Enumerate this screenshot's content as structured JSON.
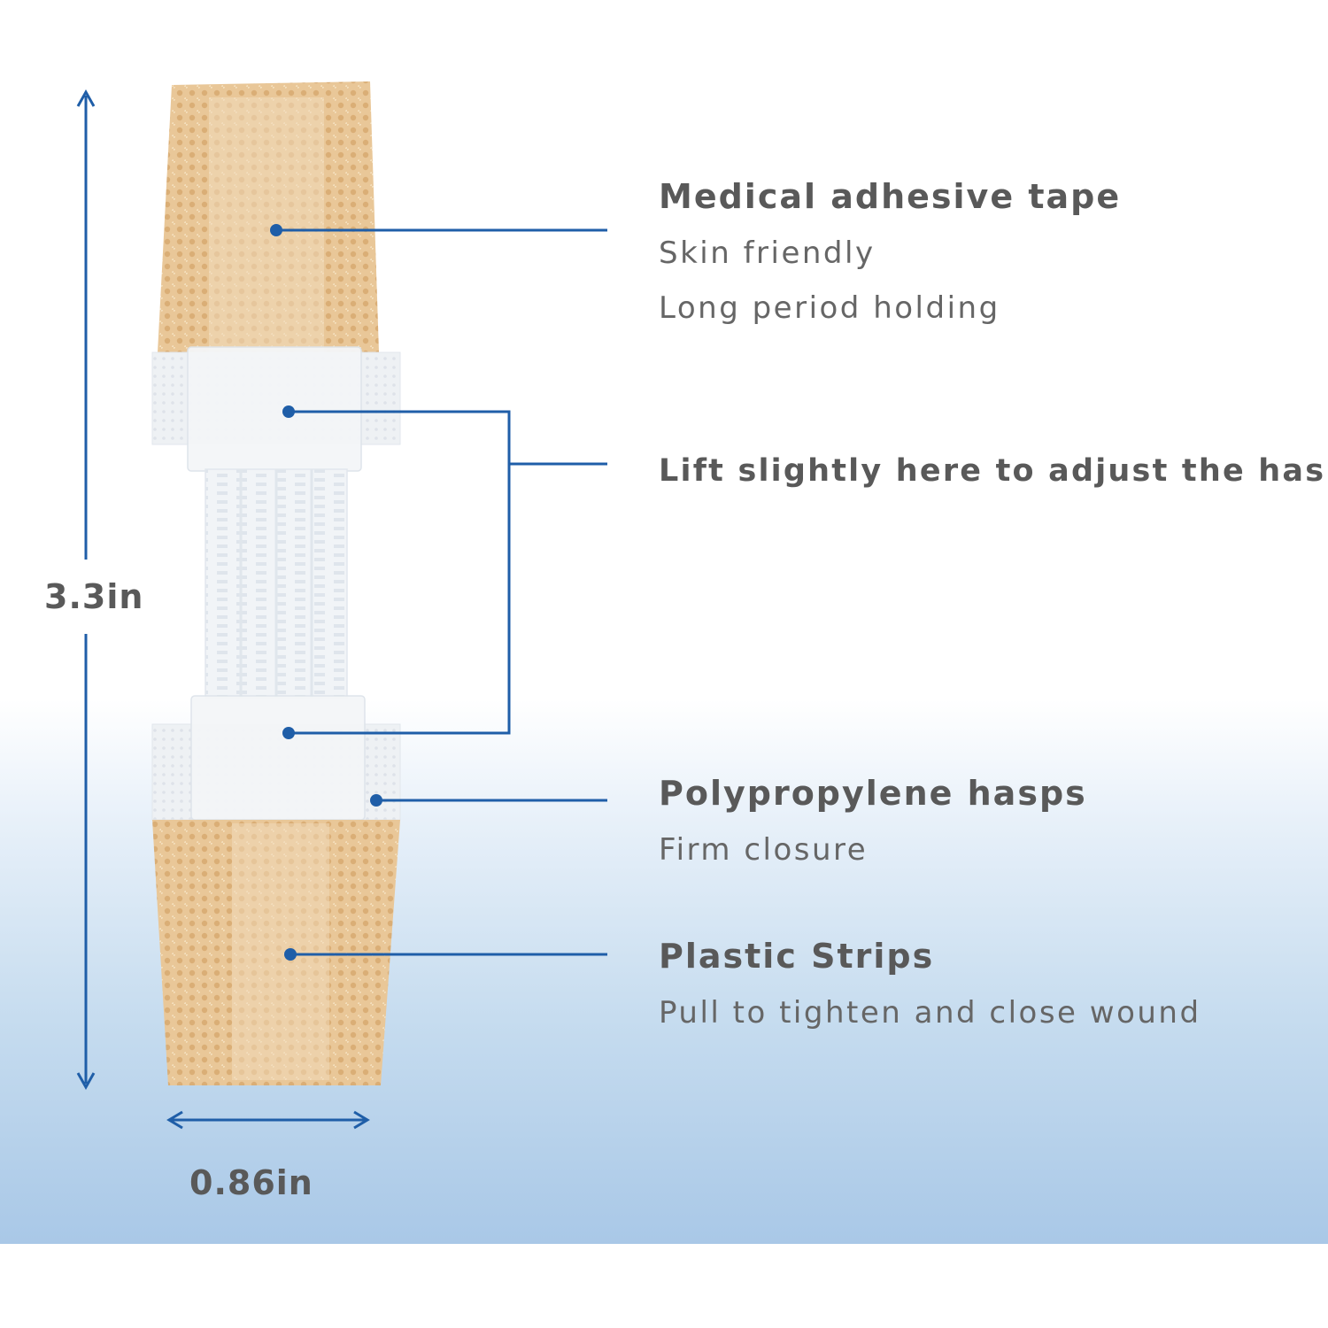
{
  "colors": {
    "accent": "#1f5ea8",
    "tape": "#e9c798",
    "tape_dots": "#d5a56a",
    "hasp": "#eef1f4",
    "text": "#595959",
    "gradient_bottom": "#a9c8e7"
  },
  "callouts": {
    "tape": {
      "title": "Medical adhesive tape",
      "lines": [
        "Skin friendly",
        "Long period holding"
      ]
    },
    "lift": {
      "title": "Lift slightly here to adjust the hasp"
    },
    "hasps": {
      "title": "Polypropylene hasps",
      "lines": [
        "Firm closure"
      ]
    },
    "strips": {
      "title": "Plastic Strips",
      "lines": [
        "Pull to tighten and close wound"
      ]
    }
  },
  "dimensions": {
    "height": "3.3in",
    "width": "0.86in"
  }
}
